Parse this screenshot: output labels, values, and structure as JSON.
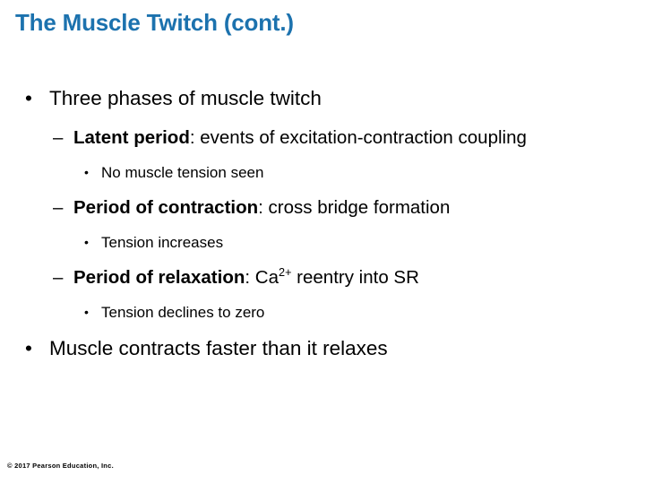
{
  "slide": {
    "title": "The Muscle Twitch (cont.)",
    "title_color": "#1C72AE",
    "background_color": "#FFFFFF",
    "text_color": "#000000",
    "bullets": {
      "level1_glyph": "•",
      "level2_glyph": "–",
      "level3_glyph": "•"
    },
    "outline": [
      {
        "level": 1,
        "text": "Three phases of muscle twitch"
      },
      {
        "level": 2,
        "lead": "Latent period",
        "rest": ": events of excitation-contraction coupling"
      },
      {
        "level": 3,
        "text": "No muscle tension seen"
      },
      {
        "level": 2,
        "lead": "Period of contraction",
        "rest": ": cross bridge formation"
      },
      {
        "level": 3,
        "text": "Tension increases"
      },
      {
        "level": 2,
        "lead": "Period of relaxation",
        "rest_before_sup": ": Ca",
        "superscript": "2+",
        "rest_after_sup": " reentry into SR"
      },
      {
        "level": 3,
        "text": "Tension declines to zero"
      },
      {
        "level": 1,
        "text": "Muscle contracts faster than it relaxes"
      }
    ],
    "footer": "© 2017 Pearson Education, Inc."
  }
}
